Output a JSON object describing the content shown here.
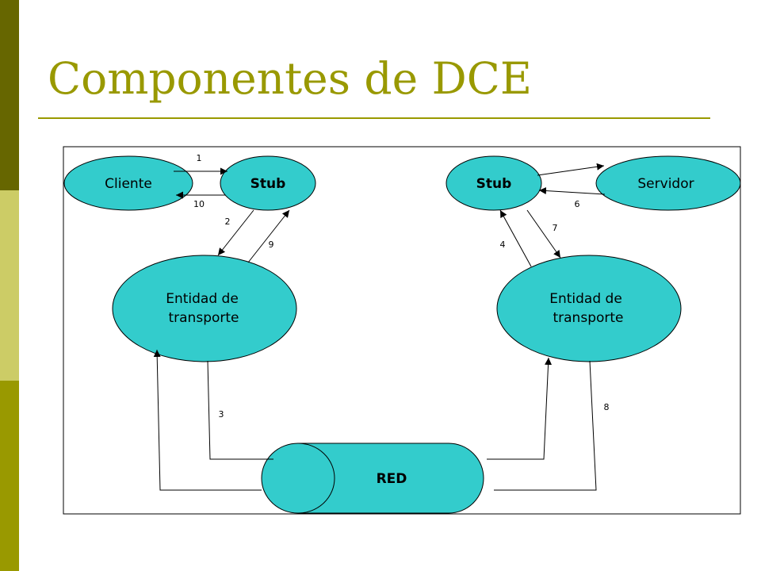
{
  "slide": {
    "title": "Componentes de DCE",
    "theme": {
      "accent": "#999900",
      "dark": "#666600",
      "light": "#cccc66",
      "node_fill": "#33cccc"
    }
  },
  "diagram": {
    "client": "Cliente",
    "client_stub": "Stub",
    "server_stub": "Stub",
    "server": "Servidor",
    "transport_left": [
      "Entidad de",
      "transporte"
    ],
    "transport_right": [
      "Entidad de",
      "transporte"
    ],
    "network": "RED",
    "steps": [
      "1",
      "2",
      "3",
      "4",
      "6",
      "7",
      "8",
      "9",
      "10"
    ]
  }
}
